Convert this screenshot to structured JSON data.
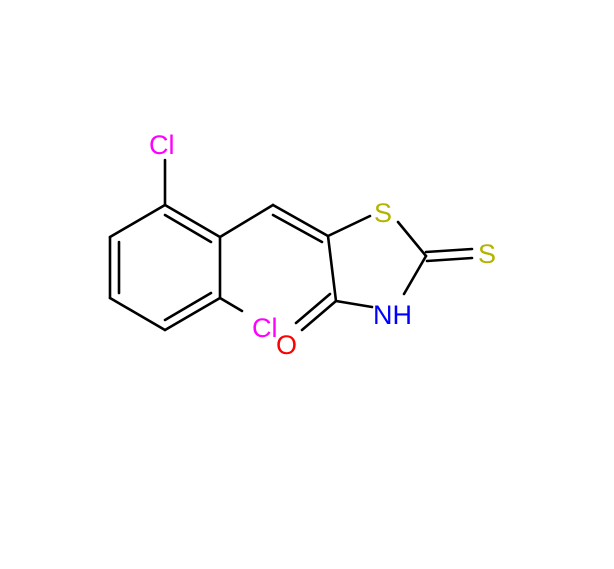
{
  "molecule": {
    "atom_labels": {
      "cl_top": "Cl",
      "cl_bottom": "Cl",
      "s_ring": "S",
      "s_thione": "S",
      "nh": "NH",
      "o": "O"
    },
    "colors": {
      "bond": "#000000",
      "chlorine": "#ff00ff",
      "sulfur": "#b3b300",
      "nitrogen": "#0000ff",
      "oxygen": "#ff0000",
      "background": "#ffffff"
    }
  }
}
